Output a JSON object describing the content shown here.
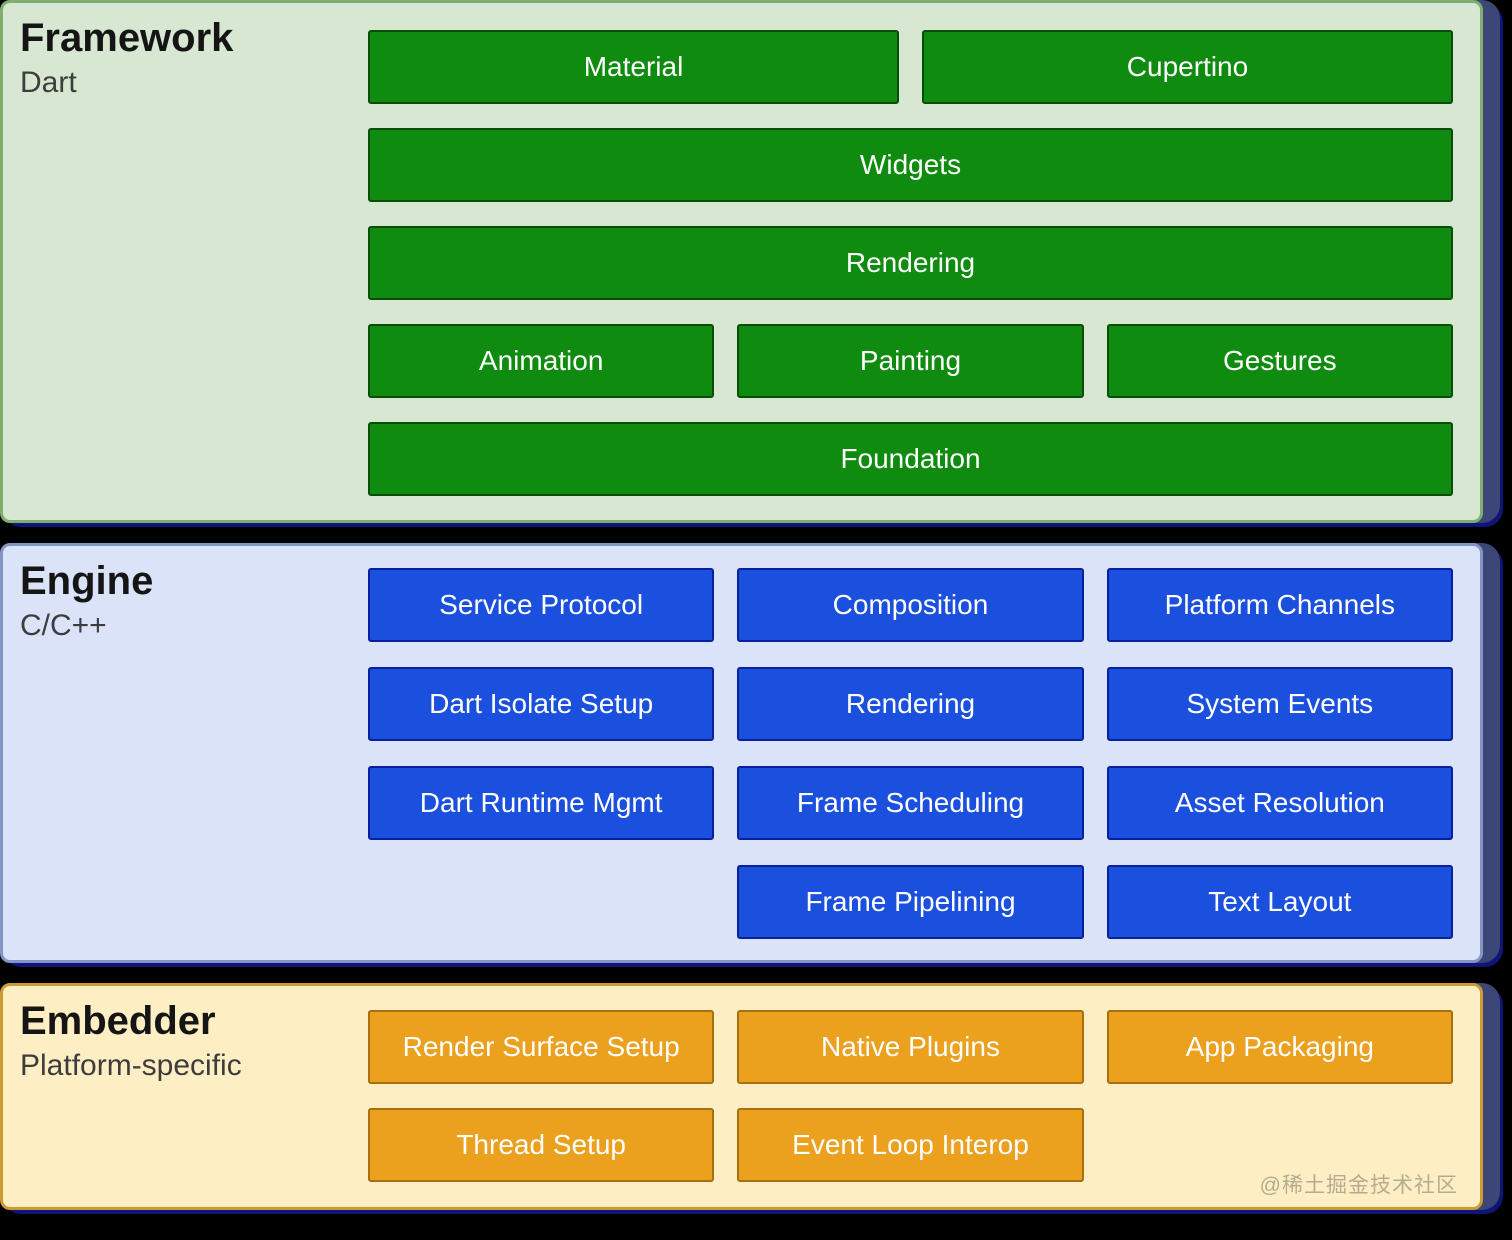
{
  "colors": {
    "navy": "#3c4677",
    "navy_edge": "#0e1478",
    "framework_fill": "#d8e7d2",
    "framework_border": "#7fae6e",
    "engine_fill": "#dbe3f9",
    "engine_border": "#8494c4",
    "embedder_fill": "#fdeec4",
    "embedder_border": "#cb9c32",
    "green_block": "#0f8c0f",
    "green_block_border": "#0a4d0a",
    "blue_block": "#1a50dd",
    "blue_block_border": "#0a1f9e",
    "orange_block": "#eba01e",
    "orange_block_border": "#a86f10"
  },
  "framework": {
    "title": "Framework",
    "subtitle": "Dart",
    "blocks": {
      "material": "Material",
      "cupertino": "Cupertino",
      "widgets": "Widgets",
      "rendering": "Rendering",
      "animation": "Animation",
      "painting": "Painting",
      "gestures": "Gestures",
      "foundation": "Foundation"
    }
  },
  "engine": {
    "title": "Engine",
    "subtitle": "C/C++",
    "blocks": {
      "service_protocol": "Service Protocol",
      "composition": "Composition",
      "platform_channels": "Platform Channels",
      "dart_isolate_setup": "Dart Isolate Setup",
      "rendering": "Rendering",
      "system_events": "System Events",
      "dart_runtime_mgmt": "Dart Runtime Mgmt",
      "frame_scheduling": "Frame Scheduling",
      "asset_resolution": "Asset Resolution",
      "frame_pipelining": "Frame Pipelining",
      "text_layout": "Text Layout"
    }
  },
  "embedder": {
    "title": "Embedder",
    "subtitle": "Platform-specific",
    "blocks": {
      "render_surface_setup": "Render Surface Setup",
      "native_plugins": "Native Plugins",
      "app_packaging": "App Packaging",
      "thread_setup": "Thread Setup",
      "event_loop_interop": "Event Loop Interop"
    }
  },
  "watermark": "@稀土掘金技术社区"
}
